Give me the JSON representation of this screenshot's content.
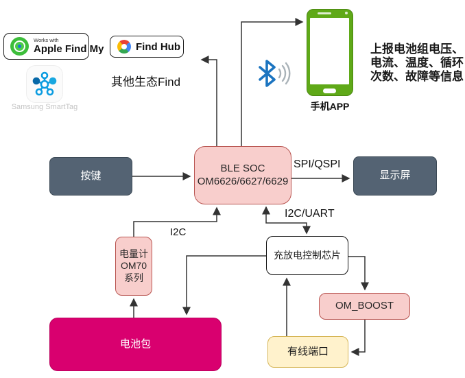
{
  "badges": {
    "apple": {
      "works_with": "Works with",
      "title": "Apple Find My"
    },
    "findhub": {
      "title": "Find Hub"
    },
    "samsung": {
      "label": "Samsung SmartTag"
    },
    "other_eco": "其他生态Find"
  },
  "phone": {
    "label": "手机APP"
  },
  "report_text": {
    "line1": "上报电池组电压、",
    "line2": "电流、温度、循环",
    "line3": "次数、故障等信息"
  },
  "boxes": {
    "button": {
      "label": "按键"
    },
    "ble_soc": {
      "line1": "BLE SOC",
      "line2": "OM6626/6627/6629"
    },
    "display": {
      "label": "显示屏"
    },
    "fuel_gauge": {
      "line1": "电量计",
      "line2": "OM70",
      "line3": "系列"
    },
    "charge_ctrl": {
      "label": "充放电控制芯片"
    },
    "om_boost": {
      "label": "OM_BOOST"
    },
    "wired_port": {
      "label": "有线端口"
    },
    "battery": {
      "label": "电池包"
    }
  },
  "bus_labels": {
    "spi": "SPI/QSPI",
    "i2c_uart": "I2C/UART",
    "i2c": "I2C"
  },
  "icons": {
    "bluetooth": "bluetooth-icon",
    "apple_find_my": "apple-find-my-icon",
    "find_hub": "find-hub-icon",
    "samsung_smarttag": "samsung-smarttag-icon",
    "phone": "smartphone-icon"
  },
  "colors": {
    "node_pink_fill": "#F8CECC",
    "node_pink_border": "#B85450",
    "node_slate_fill": "#546373",
    "node_yellow_fill": "#FFF2CC",
    "node_yellow_border": "#D6B656",
    "battery_magenta": "#D9006F",
    "phone_green": "#5FA918",
    "bluetooth_blue": "#1B74C0",
    "connector": "#333333"
  }
}
